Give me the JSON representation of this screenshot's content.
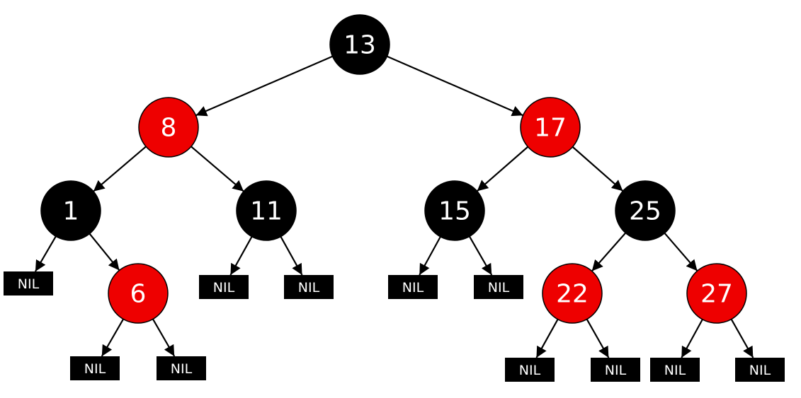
{
  "nodes": [
    {
      "id": "n13",
      "label": "13",
      "color": "black"
    },
    {
      "id": "n8",
      "label": "8",
      "color": "red"
    },
    {
      "id": "n17",
      "label": "17",
      "color": "red"
    },
    {
      "id": "n1",
      "label": "1",
      "color": "black"
    },
    {
      "id": "n11",
      "label": "11",
      "color": "black"
    },
    {
      "id": "n15",
      "label": "15",
      "color": "black"
    },
    {
      "id": "n25",
      "label": "25",
      "color": "black"
    },
    {
      "id": "n6",
      "label": "6",
      "color": "red"
    },
    {
      "id": "n22",
      "label": "22",
      "color": "red"
    },
    {
      "id": "n27",
      "label": "27",
      "color": "red"
    }
  ],
  "nil_leaves": [
    {
      "id": "nil-1L",
      "label": "NIL"
    },
    {
      "id": "nil-6L",
      "label": "NIL"
    },
    {
      "id": "nil-6R",
      "label": "NIL"
    },
    {
      "id": "nil-11L",
      "label": "NIL"
    },
    {
      "id": "nil-11R",
      "label": "NIL"
    },
    {
      "id": "nil-15L",
      "label": "NIL"
    },
    {
      "id": "nil-15R",
      "label": "NIL"
    },
    {
      "id": "nil-22L",
      "label": "NIL"
    },
    {
      "id": "nil-22R",
      "label": "NIL"
    },
    {
      "id": "nil-27L",
      "label": "NIL"
    },
    {
      "id": "nil-27R",
      "label": "NIL"
    }
  ],
  "edges": [
    [
      "n13",
      "n8"
    ],
    [
      "n13",
      "n17"
    ],
    [
      "n8",
      "n1"
    ],
    [
      "n8",
      "n11"
    ],
    [
      "n17",
      "n15"
    ],
    [
      "n17",
      "n25"
    ],
    [
      "n1",
      "nil-1L"
    ],
    [
      "n1",
      "n6"
    ],
    [
      "n6",
      "nil-6L"
    ],
    [
      "n6",
      "nil-6R"
    ],
    [
      "n11",
      "nil-11L"
    ],
    [
      "n11",
      "nil-11R"
    ],
    [
      "n15",
      "nil-15L"
    ],
    [
      "n15",
      "nil-15R"
    ],
    [
      "n25",
      "n22"
    ],
    [
      "n25",
      "n27"
    ],
    [
      "n22",
      "nil-22L"
    ],
    [
      "n22",
      "nil-22R"
    ],
    [
      "n27",
      "nil-27L"
    ],
    [
      "n27",
      "nil-27R"
    ]
  ],
  "colors": {
    "red": "#ee0000",
    "black": "#000000",
    "edge": "#000000",
    "text": "#ffffff"
  }
}
